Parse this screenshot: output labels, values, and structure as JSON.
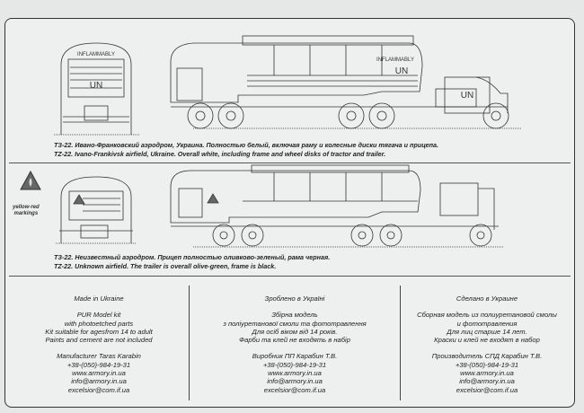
{
  "variant1": {
    "markings": {
      "inflammable": "INFLAMMABLY",
      "un": "UN"
    },
    "caption_ru": "ТЗ-22. Ивано-Франковский аэродром, Украина. Полностью белый, включая раму и колесные диски тягача и прицепа.",
    "caption_en": "TZ-22. Ivano-Frankivsk airfield, Ukraine. Overall white, including frame and wheel disks of tractor and trailer."
  },
  "variant2": {
    "legend_label_1": "yellow-red",
    "legend_label_2": "markings",
    "caption_ru": "ТЗ-22. Неизвестный аэродром. Прицеп полностью оливково-зеленый, рама черная.",
    "caption_en": "TZ-22. Unknown airfield. The trailer is overall olive-green, frame is black."
  },
  "info": {
    "en": [
      "Made in Ukraine",
      "",
      "PUR Model kit",
      "with photoetched parts",
      "Kit suitable for agesfrom 14 to adult",
      "Paints and cement are not included",
      "",
      "Manufacturer  Taras Karabin",
      "+38-(050)-984-19-31",
      "www.armory.in.ua",
      "info@armory.in.ua",
      "excelsior@com.if.ua"
    ],
    "ua": [
      "Зроблено в Україні",
      "",
      "Збірна модель",
      "з поліуретанової смоли та фототравлення",
      "Для осіб віком від 14 років.",
      "Фарби та клей не входять в набір",
      "",
      "Виробник ПП Карабин Т.В.",
      "+38-(050)-984-19-31",
      "www.armory.in.ua",
      "info@armory.in.ua",
      "excelsior@com.if.ua"
    ],
    "ru": [
      "Сделано в Украине",
      "",
      "Сборная модель из полиуретановой смолы",
      "и фототравления",
      "Для лиц старше 14 лет.",
      "Краски и клей не входят в набор",
      "",
      "Производитель СПД Карабин Т.В.",
      "+38-(050)-984-19-31",
      "www.armory.in.ua",
      "info@armory.in.ua",
      "excelsior@com.if.ua"
    ]
  },
  "colors": {
    "line": "#333333",
    "warning_sign": "#555555"
  }
}
